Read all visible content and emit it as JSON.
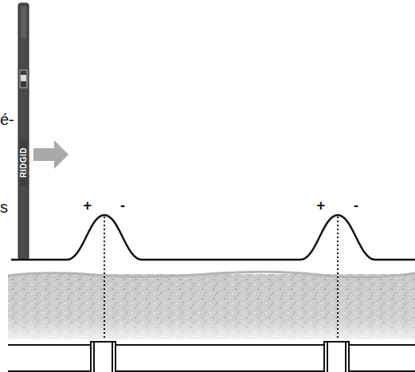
{
  "diagram": {
    "labels": [
      "é-",
      "s",
      "RIDGID",
      "+",
      "-",
      "+",
      "-"
    ]
  }
}
